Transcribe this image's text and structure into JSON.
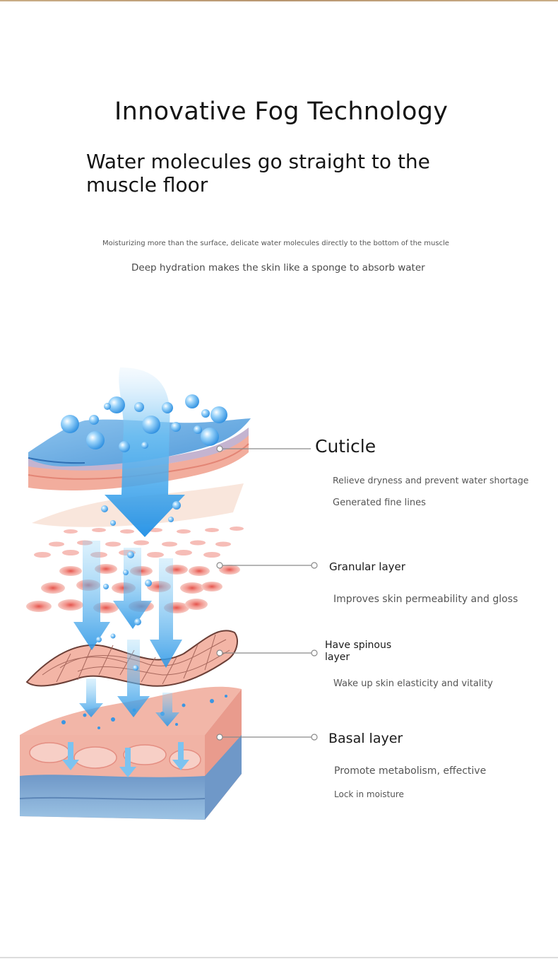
{
  "hero": {
    "headline": "Innovative Fog Technology",
    "subheadline": "Water molecules go straight to the muscle floor",
    "detail_small": "Moisturizing more than the surface, delicate water molecules directly to the bottom of the muscle",
    "detail": "Deep hydration makes the skin like a sponge to absorb water"
  },
  "layers": [
    {
      "name": "Cuticle",
      "descriptions": [
        "Relieve dryness and prevent water shortage",
        "Generated fine lines"
      ]
    },
    {
      "name": "Granular layer",
      "descriptions": [
        "Improves skin permeability and gloss"
      ]
    },
    {
      "name_lines": [
        "Have spinous",
        "layer"
      ],
      "descriptions": [
        "Wake up skin elasticity and vitality"
      ]
    },
    {
      "name": "Basal layer",
      "descriptions": [
        "Promote metabolism, effective",
        "Lock in moisture"
      ]
    }
  ],
  "colors": {
    "water_blue": "#3aa0e8",
    "skin_pink": "#f1a99a",
    "deep_blue": "#4a7fb3",
    "connector": "#888888"
  }
}
